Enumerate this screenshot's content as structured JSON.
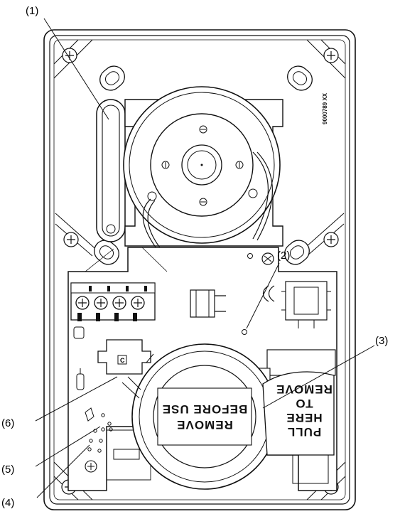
{
  "callouts": [
    {
      "label": "(1)",
      "part": "slot"
    },
    {
      "label": "(2)",
      "part": "pcb-hole"
    },
    {
      "label": "(3)",
      "part": "battery-tab"
    },
    {
      "label": "(4)",
      "part": "led-lower"
    },
    {
      "label": "(5)",
      "part": "led-upper"
    },
    {
      "label": "(6)",
      "part": "connector"
    }
  ],
  "battery_text": {
    "line1": "REMOVE",
    "line2": "BEFORE USE"
  },
  "tab_text": {
    "line1": "PULL",
    "line2": "HERE",
    "line3": "TO",
    "line4": "REMOVE"
  },
  "part_number": "9000789 XX",
  "connector_mark": "C"
}
